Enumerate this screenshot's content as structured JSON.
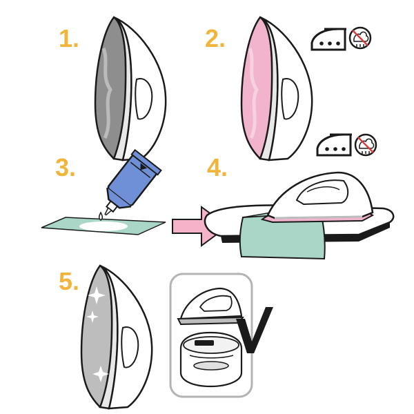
{
  "steps": [
    {
      "number": "1.",
      "description_icon": "dirty-iron-soleplate"
    },
    {
      "number": "2.",
      "description_icon": "heating-iron-soleplate",
      "symbols": [
        "iron-3-dot-icon",
        "no-steam-icon"
      ]
    },
    {
      "number": "3.",
      "description_icon": "cleaner-tube-on-cloth"
    },
    {
      "number": "4.",
      "description_icon": "iron-on-cloth-over-board",
      "symbols": [
        "iron-3-dot-icon",
        "no-steam-icon"
      ]
    },
    {
      "number": "5.",
      "description_icon": "clean-sparkling-soleplate"
    }
  ],
  "colors": {
    "step_number": "#f2b53c",
    "outline": "#1a1a1a",
    "iron_body": "#f4f4f4",
    "soleplate_dirty": "#8e8e8e",
    "soleplate_hot": "#f1b4cc",
    "soleplate_clean": "#bdbdbd",
    "tube": "#6f8fd6",
    "cloth_green": "#a9d6c7",
    "arrow_pink": "#f4b3c8",
    "board": "#eeeeee",
    "panel_border": "#b3b3b3"
  }
}
